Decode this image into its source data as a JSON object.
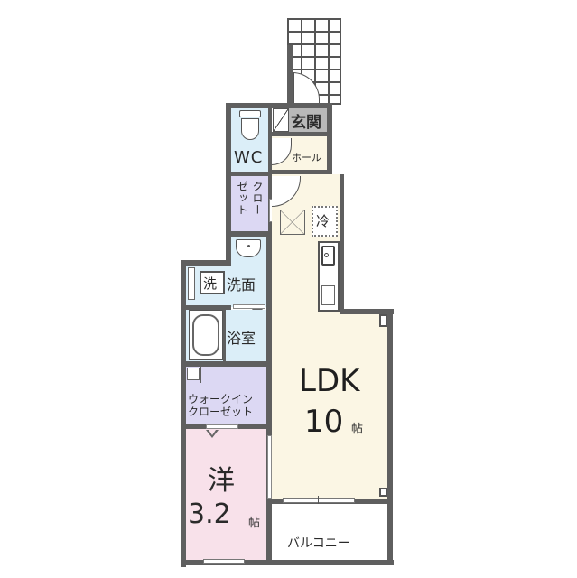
{
  "floorplan": {
    "rooms": {
      "genkan": {
        "label": "玄関",
        "color": "#b9b9b9"
      },
      "hall": {
        "label": "ホール",
        "color": "#fbf6e4"
      },
      "wc": {
        "label": "WC",
        "color": "#dbeef8"
      },
      "closet": {
        "label": "クローゼット",
        "label_col1": "クロー",
        "label_col2": "ゼット",
        "color": "#dcd8f3"
      },
      "refrigerator": {
        "label": "冷"
      },
      "senmen": {
        "label": "洗面",
        "color": "#dbeef8"
      },
      "washer": {
        "label": "洗"
      },
      "bath": {
        "label": "浴室",
        "color": "#dbeef8"
      },
      "walkin": {
        "label_line1": "ウォークイン",
        "label_line2": "クローゼット",
        "color": "#dcd8f3"
      },
      "western": {
        "label": "洋",
        "size": "3.2",
        "unit": "帖",
        "color": "#f8e1ea"
      },
      "ldk": {
        "label": "LDK",
        "size": "10",
        "unit": "帖",
        "color": "#fbf6e4"
      },
      "balcony": {
        "label": "バルコニー",
        "color": "#ffffff"
      }
    },
    "colors": {
      "wall": "#5f5f5f",
      "background": "#ffffff"
    }
  }
}
